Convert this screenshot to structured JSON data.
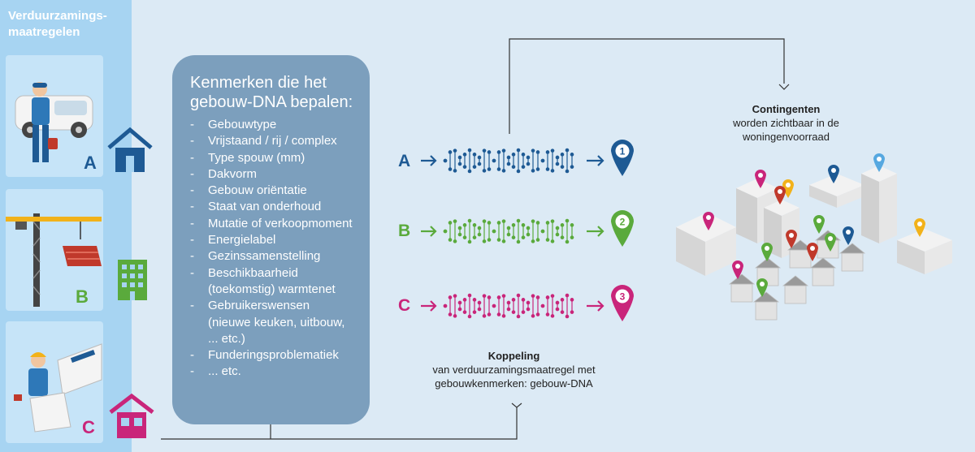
{
  "sidebar": {
    "title": "Verduurzamings-maatregelen",
    "panels": [
      {
        "letter": "A",
        "color": "#1e5a94",
        "icon": "house-icon"
      },
      {
        "letter": "B",
        "color": "#5aaa3c",
        "icon": "apartment-building-icon"
      },
      {
        "letter": "C",
        "color": "#c9257a",
        "icon": "house-icon"
      }
    ]
  },
  "card": {
    "title": "Kenmerken die het gebouw-DNA bepalen:",
    "items": [
      "Gebouwtype",
      "Vrijstaand / rij / complex",
      "Type spouw (mm)",
      "Dakvorm",
      "Gebouw oriëntatie",
      "Staat van onderhoud",
      "Mutatie of verkoopmoment",
      "Energielabel",
      "Gezinssamenstelling",
      "Beschikbaarheid (toekomstig) warmtenet",
      "Gebruikerswensen (nieuwe keuken, uitbouw, ... etc.)",
      "Funderingsproblematiek",
      "... etc."
    ]
  },
  "dna_rows": [
    {
      "letter": "A",
      "number": "1",
      "color": "#1e5a94"
    },
    {
      "letter": "B",
      "number": "2",
      "color": "#5aaa3c"
    },
    {
      "letter": "C",
      "number": "3",
      "color": "#c9257a"
    }
  ],
  "contingenten": {
    "title": "Contingenten",
    "text": "worden zichtbaar in de woningenvoorraad"
  },
  "koppeling": {
    "title": "Koppeling",
    "text": "van verduurzamingsmaatregel met gebouwkenmerken: gebouw-DNA"
  },
  "colors": {
    "background": "#dceaf5",
    "sidebar": "#a7d4f2",
    "card": "#7c9fbd",
    "connector": "#333333"
  }
}
